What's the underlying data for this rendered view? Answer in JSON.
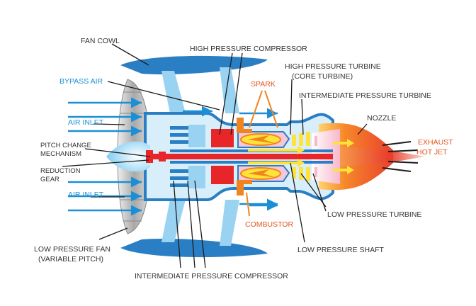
{
  "labels": {
    "fan_cowl": "FAN COWL",
    "bypass_air": "BYPASS AIR",
    "air_inlet_top": "AIR INLET",
    "pitch_change_1": "PITCH CHANGE",
    "pitch_change_2": "MECHANISM",
    "reduction_1": "REDUCTION",
    "reduction_2": "GEAR",
    "air_inlet_bottom": "AIR INLET",
    "lp_fan_1": "LOW PRESSURE FAN",
    "lp_fan_2": "(VARIABLE PITCH)",
    "hp_compressor": "HIGH PRESSURE COMPRESSOR",
    "hp_turbine_1": "HIGH PRESSURE TURBINE",
    "hp_turbine_2": "(CORE TURBINE)",
    "spark": "SPARK",
    "ip_turbine": "INTERMEDIATE PRESSURE TURBINE",
    "nozzle": "NOZZLE",
    "exhaust_1": "EXHAUST",
    "exhaust_2": "HOT JET",
    "lp_turbine": "LOW PRESSURE TURBINE",
    "combustor": "COMBUSTOR",
    "lp_shaft": "LOW PRESSURE SHAFT",
    "ip_compressor": "INTERMEDIATE PRESSURE COMPRESSOR"
  },
  "colors": {
    "casing": "#2a7fc4",
    "light_blue": "#9ad3f2",
    "air_arrow": "#1a8fd6",
    "compressor_red": "#e8262a",
    "spark_orange": "#f2841f",
    "flame_yellow": "#ffe23a",
    "exhaust_red": "#e9402c",
    "text": "#333333"
  }
}
